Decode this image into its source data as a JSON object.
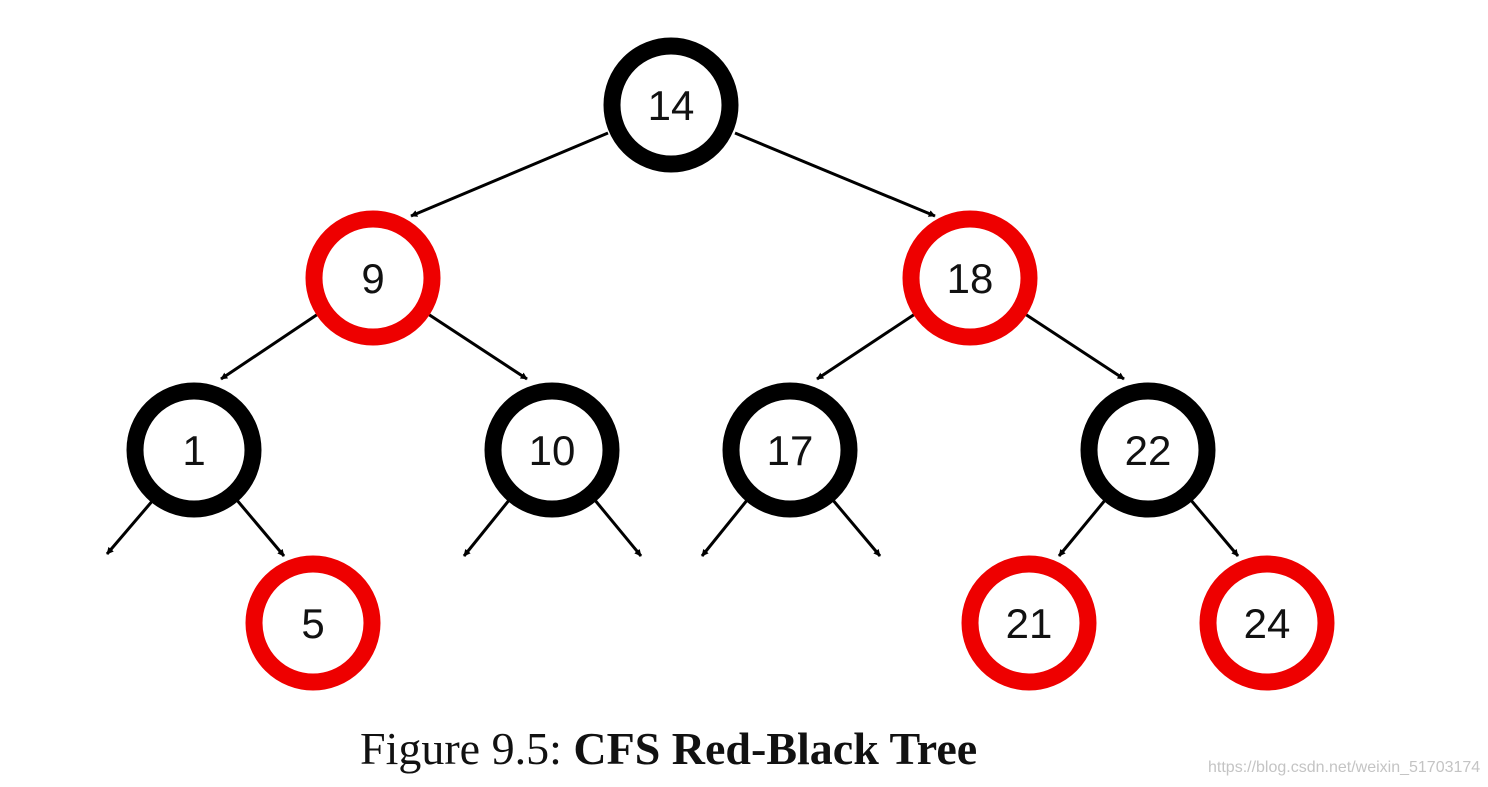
{
  "colors": {
    "red": "#ee0000",
    "black": "#000000"
  },
  "nodes": [
    {
      "id": "n14",
      "label": "14",
      "color": "black"
    },
    {
      "id": "n9",
      "label": "9",
      "color": "red"
    },
    {
      "id": "n18",
      "label": "18",
      "color": "red"
    },
    {
      "id": "n1",
      "label": "1",
      "color": "black"
    },
    {
      "id": "n10",
      "label": "10",
      "color": "black"
    },
    {
      "id": "n17",
      "label": "17",
      "color": "black"
    },
    {
      "id": "n22",
      "label": "22",
      "color": "black"
    },
    {
      "id": "n5",
      "label": "5",
      "color": "red"
    },
    {
      "id": "n21",
      "label": "21",
      "color": "red"
    },
    {
      "id": "n24",
      "label": "24",
      "color": "red"
    }
  ],
  "edges": [
    {
      "from": "n14",
      "to": "n9"
    },
    {
      "from": "n14",
      "to": "n18"
    },
    {
      "from": "n9",
      "to": "n1"
    },
    {
      "from": "n9",
      "to": "n10"
    },
    {
      "from": "n18",
      "to": "n17"
    },
    {
      "from": "n18",
      "to": "n22"
    },
    {
      "from": "n1",
      "to": "nil-left"
    },
    {
      "from": "n1",
      "to": "n5"
    },
    {
      "from": "n10",
      "to": "nil-left"
    },
    {
      "from": "n10",
      "to": "nil-right"
    },
    {
      "from": "n17",
      "to": "nil-left"
    },
    {
      "from": "n17",
      "to": "nil-right"
    },
    {
      "from": "n22",
      "to": "n21"
    },
    {
      "from": "n22",
      "to": "n24"
    }
  ],
  "caption": {
    "prefix": "Figure 9.5: ",
    "title": "CFS Red-Black Tree"
  },
  "watermark": "https://blog.csdn.net/weixin_51703174"
}
